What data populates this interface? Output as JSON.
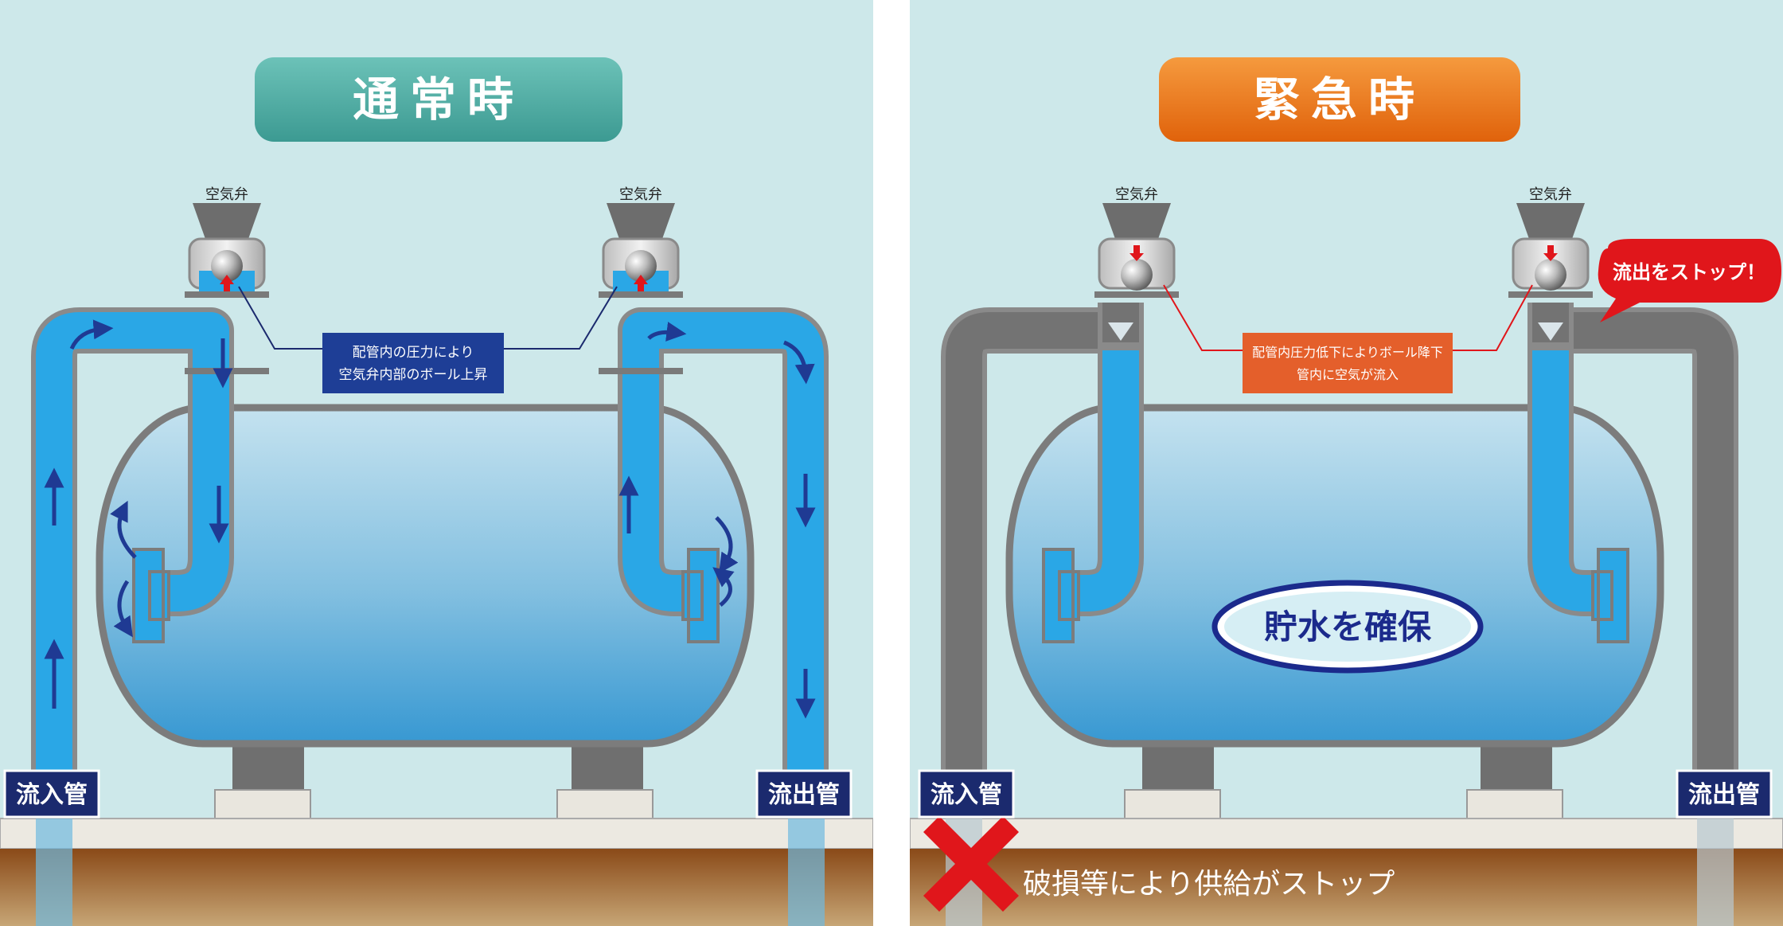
{
  "colors": {
    "panel_bg": "#cde8ea",
    "pipe_water": "#29a6e6",
    "pipe_gray": "#737373",
    "pipe_border": "#8a8a8a",
    "tank_top": "#b9dcec",
    "tank_bottom": "#3d9fd4",
    "ground": "#7a3f12",
    "navy": "#1b2a6e",
    "arrow_navy": "#1f3a93",
    "teal": "#46a79f",
    "orange": "#e86d10",
    "red": "#e0161b"
  },
  "normal": {
    "title": "通常時",
    "valve_label_left": "空気弁",
    "valve_label_right": "空気弁",
    "callout_line1": "配管内の圧力により",
    "callout_line2": "空気弁内部のボール上昇",
    "inlet_label": "流入管",
    "outlet_label": "流出管"
  },
  "emergency": {
    "title": "緊急時",
    "valve_label_left": "空気弁",
    "valve_label_right": "空気弁",
    "callout_line1": "配管内圧力低下によりボール降下",
    "callout_line2": "管内に空気が流入",
    "stop_bubble": "流出をストップ！",
    "storage_label": "貯水を確保",
    "inlet_label": "流入管",
    "outlet_label": "流出管",
    "damage_note": "破損等により供給がストップ",
    "damage_icon": "red-x-icon"
  }
}
